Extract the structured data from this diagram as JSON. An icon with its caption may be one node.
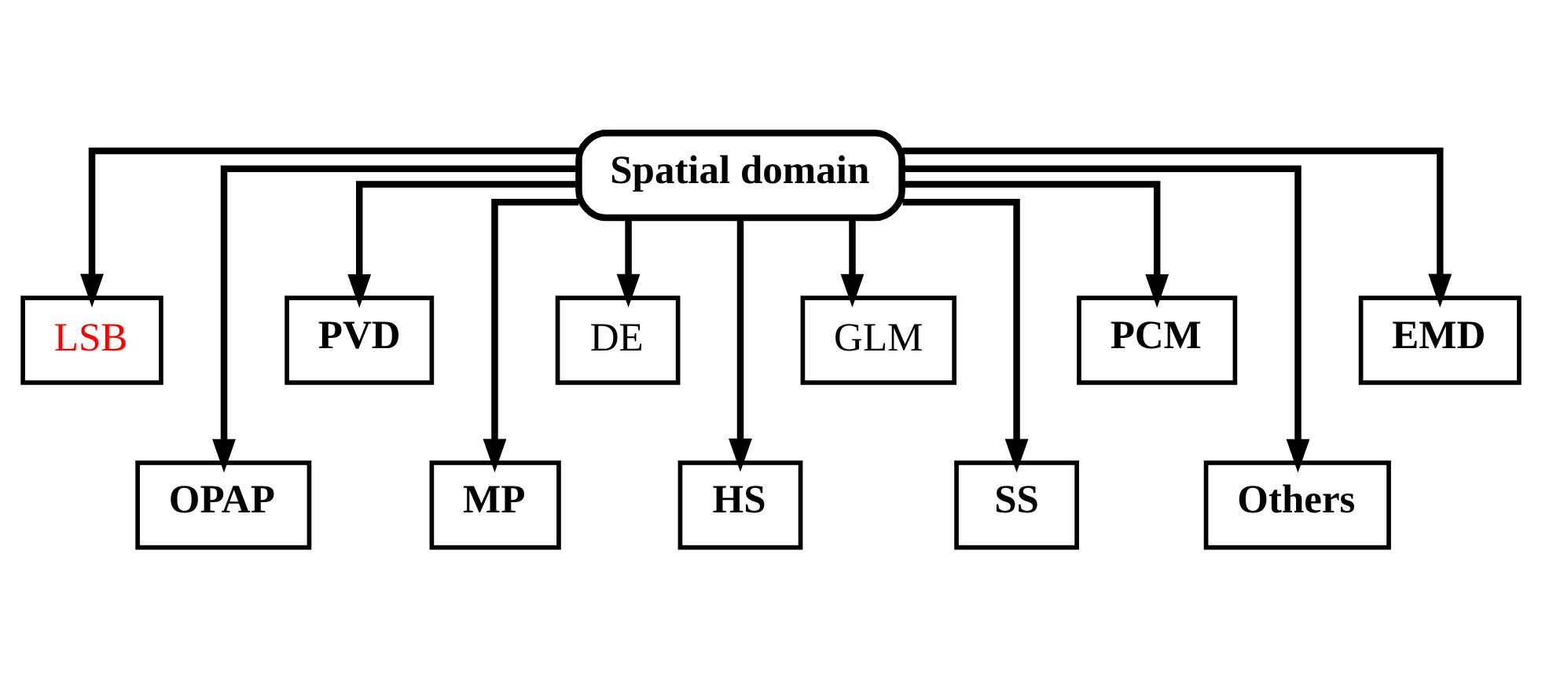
{
  "diagram": {
    "nodes": [
      {
        "text": [
          "Spatial domain"
        ]
      },
      {
        "text": [
          "LSB"
        ]
      },
      {
        "text": [
          "OPAP"
        ]
      },
      {
        "text": [
          "PVD"
        ]
      },
      {
        "text": [
          "MP"
        ]
      },
      {
        "text": [
          "DE"
        ]
      },
      {
        "text": [
          "HS"
        ]
      },
      {
        "text": [
          "GLM"
        ]
      },
      {
        "text": [
          "SS"
        ]
      },
      {
        "text": [
          "PCM"
        ]
      },
      {
        "text": [
          "Others"
        ]
      },
      {
        "text": [
          "EMD"
        ]
      }
    ],
    "edges": [
      {
        "from": 0,
        "to": 1,
        "arrow": "to"
      },
      {
        "from": 0,
        "to": 2,
        "arrow": "to"
      },
      {
        "from": 0,
        "to": 3,
        "arrow": "to"
      },
      {
        "from": 0,
        "to": 4,
        "arrow": "to"
      },
      {
        "from": 0,
        "to": 5,
        "arrow": "to"
      },
      {
        "from": 0,
        "to": 6,
        "arrow": "to"
      },
      {
        "from": 0,
        "to": 7,
        "arrow": "to"
      },
      {
        "from": 0,
        "to": 8,
        "arrow": "to"
      },
      {
        "from": 0,
        "to": 9,
        "arrow": "to"
      },
      {
        "from": 0,
        "to": 10,
        "arrow": "to"
      },
      {
        "from": 0,
        "to": 11,
        "arrow": "to"
      }
    ]
  }
}
